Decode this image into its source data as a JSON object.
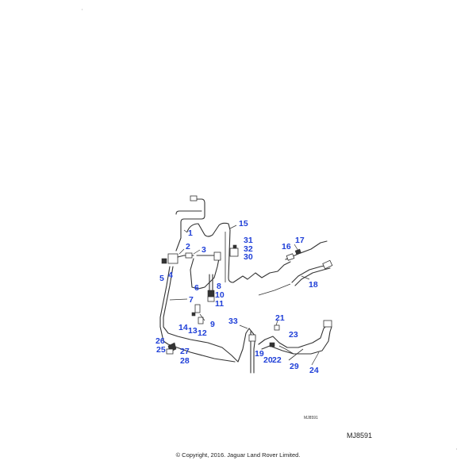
{
  "diagram": {
    "callouts": [
      "1",
      "2",
      "3",
      "4",
      "5",
      "6",
      "7",
      "8",
      "9",
      "10",
      "11",
      "12",
      "13",
      "14",
      "15",
      "16",
      "17",
      "18",
      "19",
      "20",
      "21",
      "22",
      "23",
      "24",
      "25",
      "26",
      "27",
      "28",
      "29",
      "30",
      "31",
      "32",
      "33"
    ],
    "callout_color": "#1f3fd8",
    "line_color": "#333333"
  },
  "footer": {
    "small_code": "MJ8591",
    "ref_code": "MJ8591",
    "copyright": "© Copyright, 2016. Jaguar Land Rover Limited."
  }
}
